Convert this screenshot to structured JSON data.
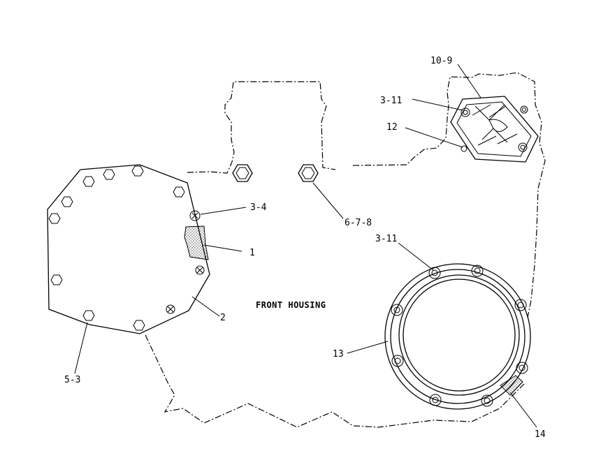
{
  "diagram": {
    "center_label": "FRONT HOUSING",
    "callouts": {
      "c10_9": "10-9",
      "c3_11_top": "3-11",
      "c12": "12",
      "c3_4": "3-4",
      "c6_7_8": "6-7-8",
      "c1": "1",
      "c3_11_mid": "3-11",
      "c2": "2",
      "c13": "13",
      "c5_3": "5-3",
      "c14": "14"
    }
  }
}
